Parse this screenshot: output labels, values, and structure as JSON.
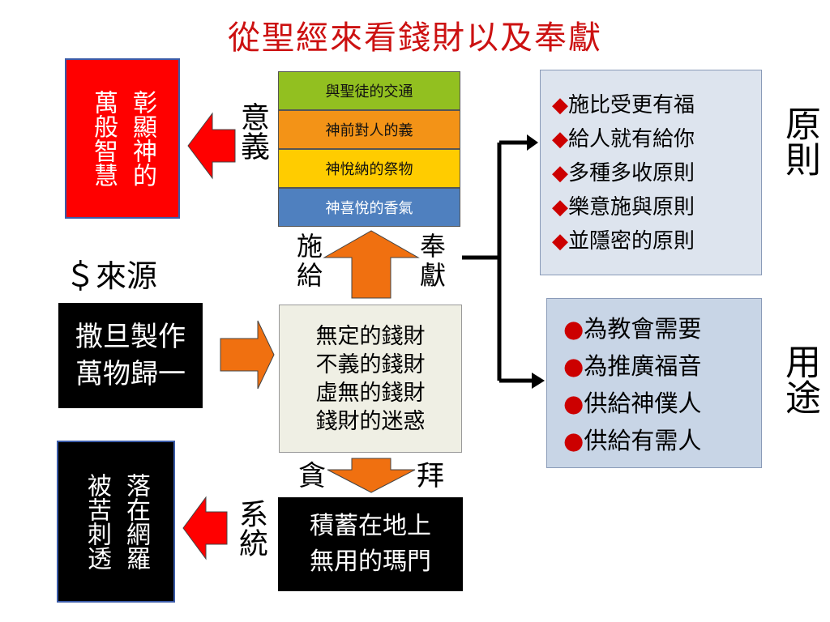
{
  "title": "從聖經來看錢財以及奉獻",
  "glorify_box": {
    "col1": "彰顯神的",
    "col2": "萬般智慧"
  },
  "meaning_label": "意義",
  "stack": [
    {
      "label": "與聖徒的交通",
      "color": "#92c020"
    },
    {
      "label": "神前對人的義",
      "color": "#f39317"
    },
    {
      "label": "神悅納的祭物",
      "color": "#ffcc00"
    },
    {
      "label": "神喜悅的香氣",
      "color": "#4f80bf"
    }
  ],
  "give_label": "施給",
  "offer_label": "奉獻",
  "source_label": "＄來源",
  "satan_box": {
    "line1": "撒旦製作",
    "line2": "萬物歸一"
  },
  "money_box": [
    "無定的錢財",
    "不義的錢財",
    "虛無的錢財",
    "錢財的迷惑"
  ],
  "greed_label": "貪",
  "worship_label": "拜",
  "thorns_box": {
    "col1": "落在網羅",
    "col2": "被苦刺透"
  },
  "system_label": "系統",
  "earth_box": {
    "line1": "積蓄在地上",
    "line2": "無用的瑪門"
  },
  "principle_items": [
    "施比受更有福",
    "給人就有給你",
    "多種多收原則",
    "樂意施與原則",
    "並隱密的原則"
  ],
  "principle_label": "原則",
  "usage_items": [
    "為教會需要",
    "為推廣福音",
    "供給神僕人",
    "供給有需人"
  ],
  "usage_label": "用途",
  "icons": {
    "principle_bullet": "diamond-bullet",
    "usage_bullet": "dot-bullet",
    "arrows": "block-arrow"
  },
  "colors": {
    "title": "#cc1111",
    "red_box": "#ff0000",
    "orange_arrow": "#f07010",
    "red_arrow": "#ff0000"
  }
}
